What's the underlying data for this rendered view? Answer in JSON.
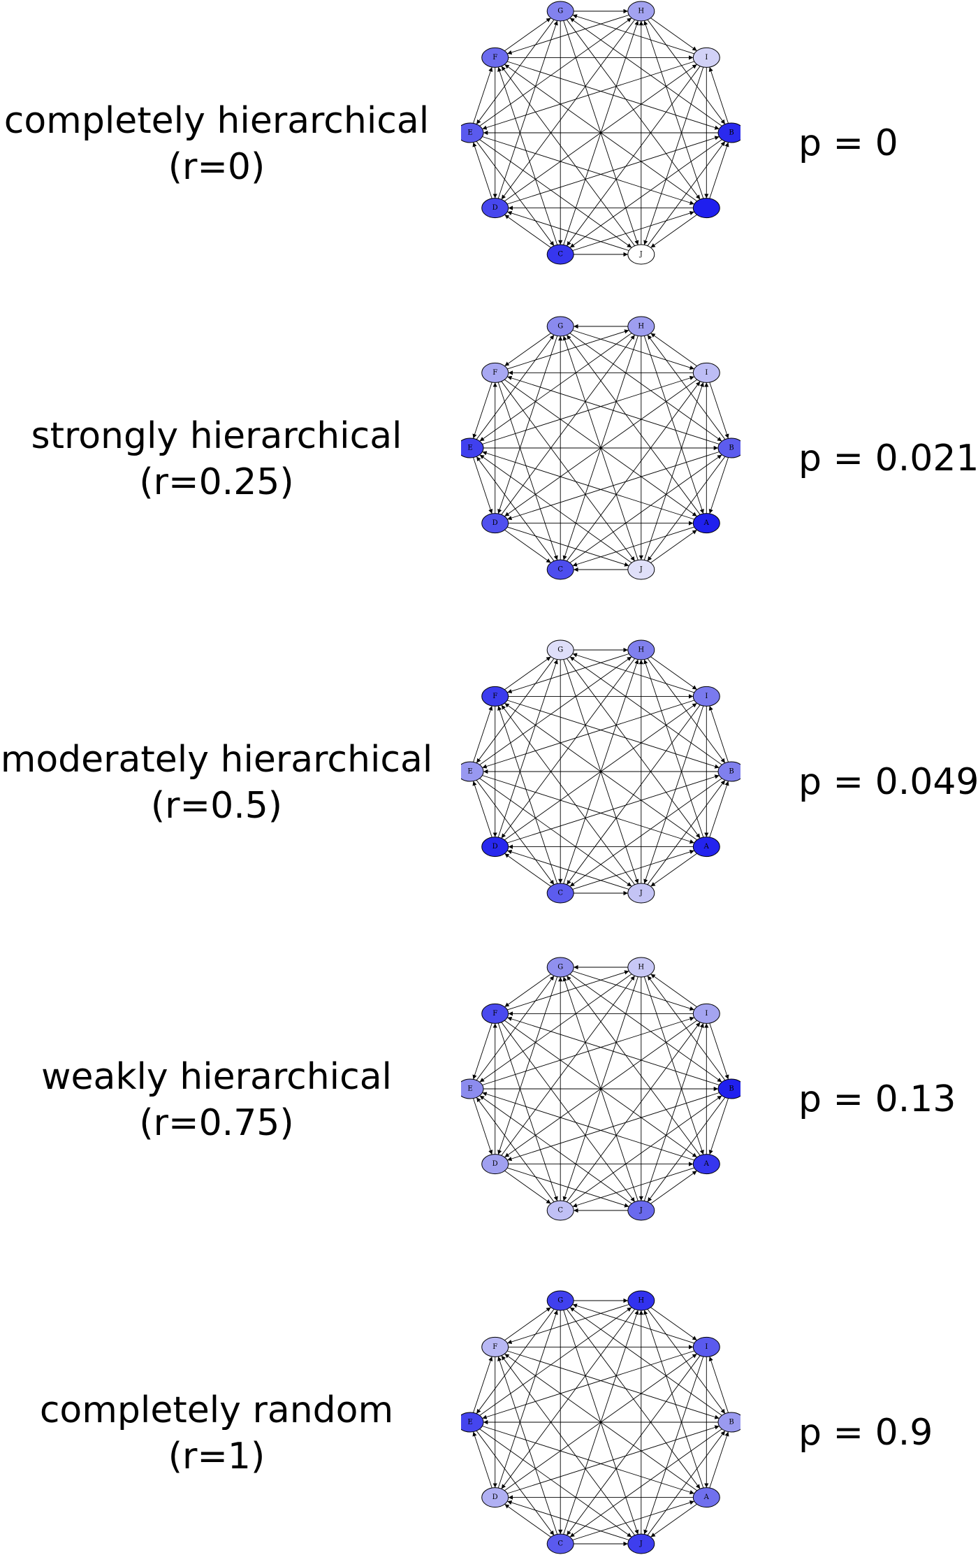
{
  "panels": [
    {
      "label_line1": "completely hierarchical",
      "label_line2": "(r=0)",
      "p_text": "p = 0",
      "nodes": [
        {
          "id": "A",
          "label": "",
          "color": "#1f1fee"
        },
        {
          "id": "B",
          "label": "B",
          "color": "#2a2aee"
        },
        {
          "id": "C",
          "label": "C",
          "color": "#3636ee"
        },
        {
          "id": "D",
          "label": "D",
          "color": "#4747ee"
        },
        {
          "id": "E",
          "label": "E",
          "color": "#5a5aee"
        },
        {
          "id": "F",
          "label": "F",
          "color": "#6b6bee"
        },
        {
          "id": "G",
          "label": "G",
          "color": "#8282ee"
        },
        {
          "id": "H",
          "label": "H",
          "color": "#a3a3f0"
        },
        {
          "id": "I",
          "label": "I",
          "color": "#d2d2f7"
        },
        {
          "id": "J",
          "label": "J",
          "color": "#ffffff"
        }
      ]
    },
    {
      "label_line1": "strongly hierarchical",
      "label_line2": "(r=0.25)",
      "p_text": "p = 0.021",
      "nodes": [
        {
          "id": "A",
          "label": "A",
          "color": "#2020ee"
        },
        {
          "id": "B",
          "label": "B",
          "color": "#5c5cee"
        },
        {
          "id": "C",
          "label": "C",
          "color": "#4d4dee"
        },
        {
          "id": "D",
          "label": "D",
          "color": "#5050ee"
        },
        {
          "id": "E",
          "label": "E",
          "color": "#4040ee"
        },
        {
          "id": "F",
          "label": "F",
          "color": "#a8a8f2"
        },
        {
          "id": "G",
          "label": "G",
          "color": "#8a8aee"
        },
        {
          "id": "H",
          "label": "H",
          "color": "#9e9ef0"
        },
        {
          "id": "I",
          "label": "I",
          "color": "#bdbdf5"
        },
        {
          "id": "J",
          "label": "J",
          "color": "#e0e0f9"
        }
      ]
    },
    {
      "label_line1": "moderately hierarchical",
      "label_line2": "(r=0.5)",
      "p_text": "p = 0.049",
      "nodes": [
        {
          "id": "A",
          "label": "A",
          "color": "#2424ee"
        },
        {
          "id": "B",
          "label": "B",
          "color": "#8080ee"
        },
        {
          "id": "C",
          "label": "C",
          "color": "#5c5cee"
        },
        {
          "id": "D",
          "label": "D",
          "color": "#2828ee"
        },
        {
          "id": "E",
          "label": "E",
          "color": "#9898f0"
        },
        {
          "id": "F",
          "label": "F",
          "color": "#3c3cee"
        },
        {
          "id": "G",
          "label": "G",
          "color": "#dedef9"
        },
        {
          "id": "H",
          "label": "H",
          "color": "#8080ee"
        },
        {
          "id": "I",
          "label": "I",
          "color": "#7a7aee"
        },
        {
          "id": "J",
          "label": "J",
          "color": "#c4c4f5"
        }
      ]
    },
    {
      "label_line1": "weakly hierarchical",
      "label_line2": "(r=0.75)",
      "p_text": "p = 0.13",
      "nodes": [
        {
          "id": "A",
          "label": "A",
          "color": "#3636ee"
        },
        {
          "id": "B",
          "label": "B",
          "color": "#2020ee"
        },
        {
          "id": "C",
          "label": "C",
          "color": "#c0c0f5"
        },
        {
          "id": "D",
          "label": "D",
          "color": "#a0a0f0"
        },
        {
          "id": "E",
          "label": "E",
          "color": "#8c8cee"
        },
        {
          "id": "F",
          "label": "F",
          "color": "#4a4aee"
        },
        {
          "id": "G",
          "label": "G",
          "color": "#9090ee"
        },
        {
          "id": "H",
          "label": "H",
          "color": "#c8c8f6"
        },
        {
          "id": "I",
          "label": "I",
          "color": "#a4a4f0"
        },
        {
          "id": "J",
          "label": "J",
          "color": "#6a6aee"
        }
      ]
    },
    {
      "label_line1": "completely random",
      "label_line2": "(r=1)",
      "p_text": "p = 0.9",
      "nodes": [
        {
          "id": "A",
          "label": "A",
          "color": "#7070ee"
        },
        {
          "id": "B",
          "label": "B",
          "color": "#9a9af0"
        },
        {
          "id": "C",
          "label": "C",
          "color": "#5a5aee"
        },
        {
          "id": "D",
          "label": "D",
          "color": "#b0b0f3"
        },
        {
          "id": "E",
          "label": "E",
          "color": "#4545ee"
        },
        {
          "id": "F",
          "label": "F",
          "color": "#b8b8f4"
        },
        {
          "id": "G",
          "label": "G",
          "color": "#4040ee"
        },
        {
          "id": "H",
          "label": "H",
          "color": "#3232ee"
        },
        {
          "id": "I",
          "label": "I",
          "color": "#5a5aee"
        },
        {
          "id": "J",
          "label": "J",
          "color": "#3e3eee"
        }
      ]
    }
  ]
}
